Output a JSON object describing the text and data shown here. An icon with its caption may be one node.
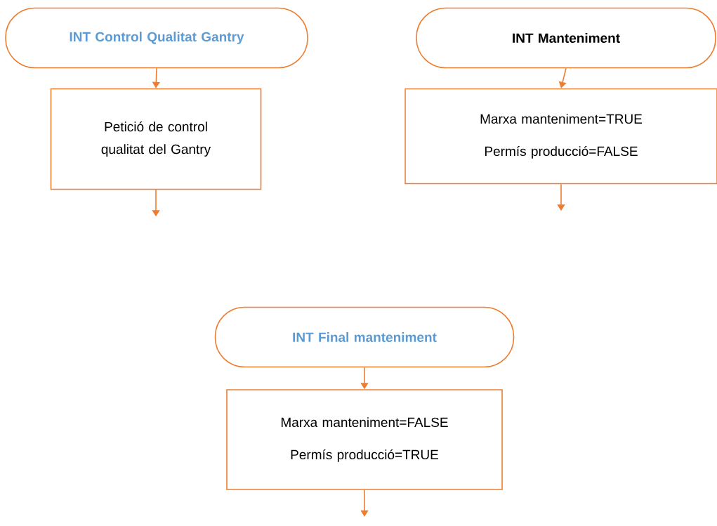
{
  "diagram": {
    "nodes": [
      {
        "text": [
          "INT Control Qualitat Gantry"
        ]
      },
      {
        "text": [
          "Petició de control qualitat del Gantry"
        ]
      },
      {
        "text": [
          "INT Manteniment"
        ]
      },
      {
        "text": [
          "Marxa manteniment=TRUE",
          "Permís producció=FALSE"
        ]
      },
      {
        "text": [
          "INT Final manteniment"
        ]
      },
      {
        "text": [
          "Marxa manteniment=FALSE",
          "Permís producció=TRUE"
        ]
      }
    ],
    "edges": [
      {
        "from": 0,
        "to": 1,
        "arrow": "to"
      },
      {
        "from": 1,
        "to": null,
        "arrow": "to"
      },
      {
        "from": 2,
        "to": 3,
        "arrow": "to"
      },
      {
        "from": 3,
        "to": null,
        "arrow": "to"
      },
      {
        "from": 4,
        "to": 5,
        "arrow": "to"
      },
      {
        "from": 5,
        "to": null,
        "arrow": "to"
      }
    ]
  }
}
